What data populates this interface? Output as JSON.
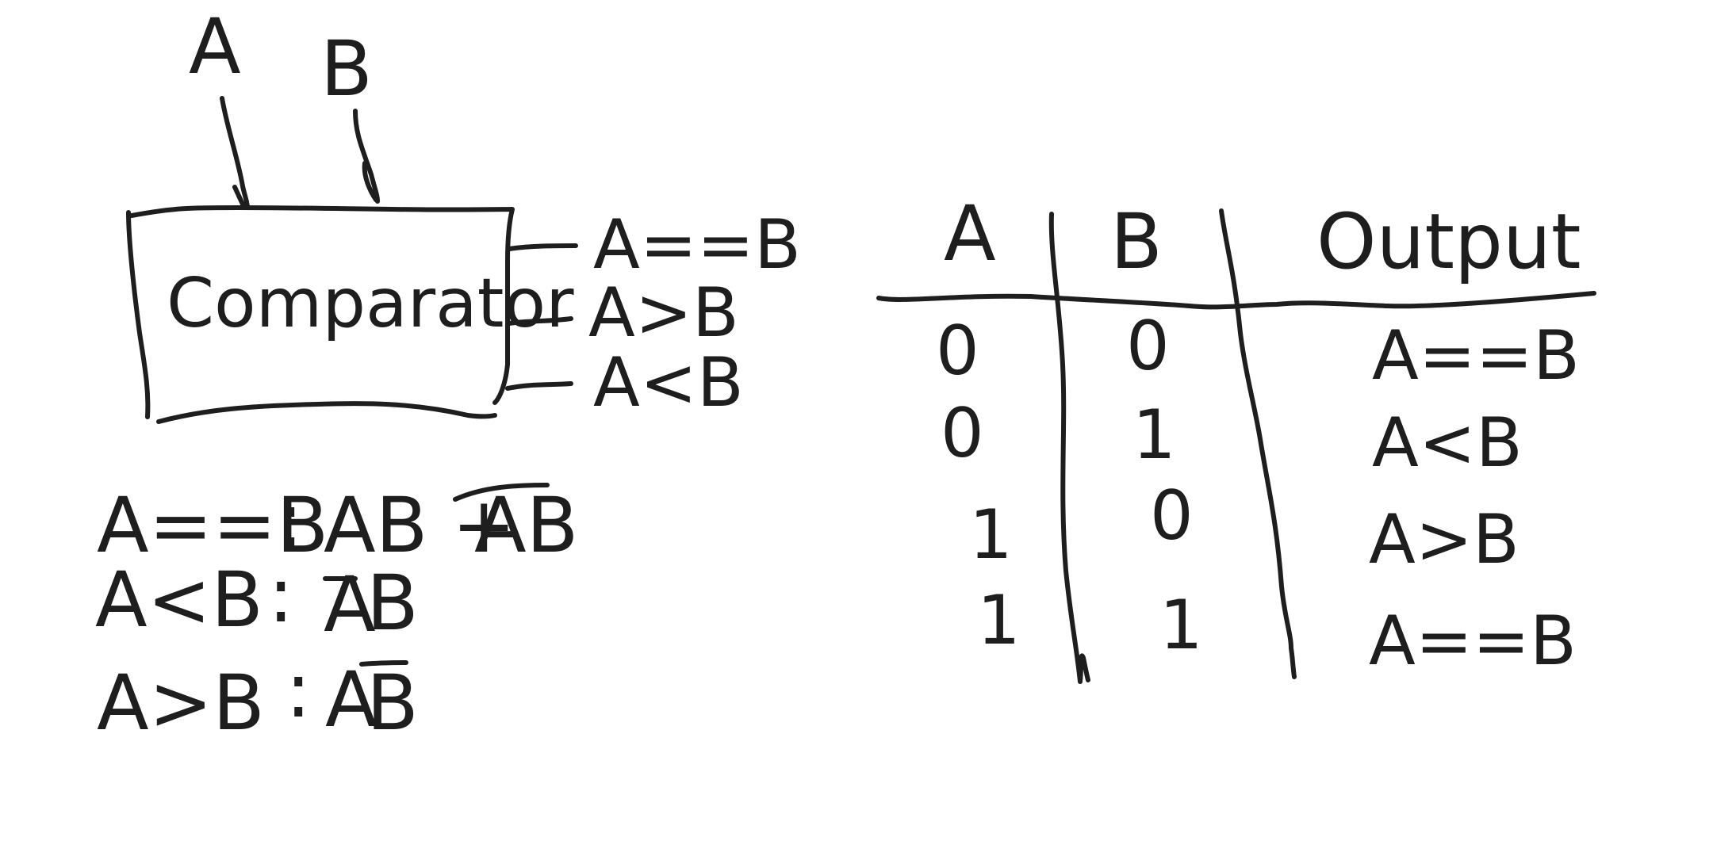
{
  "ink_color": "#1e1e1e",
  "background": "#ffffff",
  "comparator": {
    "input_a": "A",
    "input_b": "B",
    "box_label": "Comparator",
    "outputs": [
      "A==B",
      "A>B",
      "A<B"
    ]
  },
  "equations": [
    {
      "lhs": "A==B",
      "sep": ":",
      "rhs_plain": "AB + ",
      "rhs_bar": "AB",
      "rhs_tail": ""
    },
    {
      "lhs": "A<B",
      "sep": ":",
      "rhs_plain": "",
      "rhs_bar": "A",
      "rhs_tail": "B"
    },
    {
      "lhs": "A>B",
      "sep": ":",
      "rhs_plain": "A",
      "rhs_bar": "B",
      "rhs_tail": ""
    }
  ],
  "truth_table": {
    "headers": [
      "A",
      "B",
      "Output"
    ],
    "rows": [
      [
        "0",
        "0",
        "A==B"
      ],
      [
        "0",
        "1",
        "A<B"
      ],
      [
        "1",
        "0",
        "A>B"
      ],
      [
        "1",
        "1",
        "A==B"
      ]
    ]
  }
}
